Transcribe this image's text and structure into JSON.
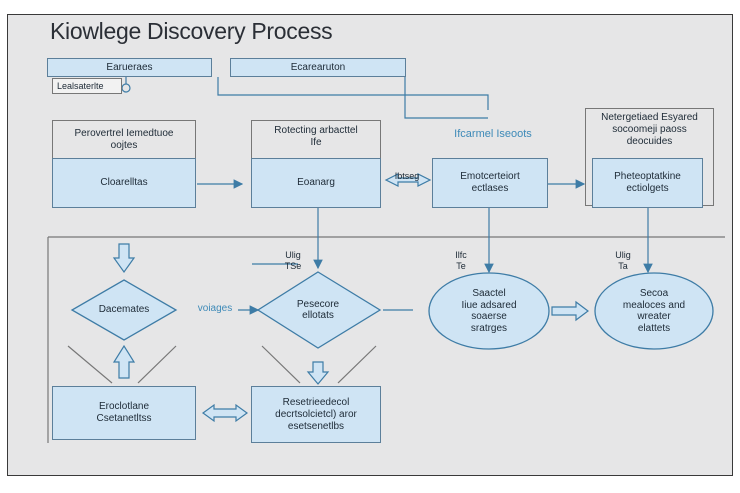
{
  "title": "Kiowlege Discovery Process",
  "top_bar": {
    "left_box": "Earueraes",
    "right_box": "Ecarearuton",
    "small_label": "Lealsaterlte"
  },
  "row1": {
    "frame1_caption": "Perovertrel Iemedtuoe\noojtes",
    "frame2_caption": "Rotecting arbacttel\nIfe",
    "right_label": "Ifcarmel Iseoots",
    "frame4_caption": "Netergetiaed Esyared\nsocoomeji paoss\ndeocuides"
  },
  "row2": {
    "box1": "Cloarelltas",
    "box2": "Eoanarg",
    "connector_label": "Ibtseg",
    "box3": "Emotcerteiort\nectlases",
    "box4": "Pheteoptatkine\nectiolgets"
  },
  "row3": {
    "diamond1": "Dacemates",
    "left_side_label": "voiages",
    "diamond2": "Pesecore\nellotats",
    "small_label_1": "Ulig\nTSe",
    "small_label_2": "Ilfc\nTe",
    "oval1": "Saactel\nIiue adsared\nsoaerse\nsratrges",
    "small_label_3": "Ulig\nTa",
    "oval2": "Secoa\nmealoces and\nwreater\nelattets"
  },
  "row4": {
    "box1": "Eroclotlane\nCsetanetltss",
    "box2": "Resetrieedecol\ndecrtsolcietcl) aror\nesetsenetlbs"
  },
  "colors": {
    "box_fill": "#cfe4f4",
    "box_border": "#5c7f9a",
    "arrow": "#3e7ca6",
    "panel_bg": "#e6e6e7"
  }
}
